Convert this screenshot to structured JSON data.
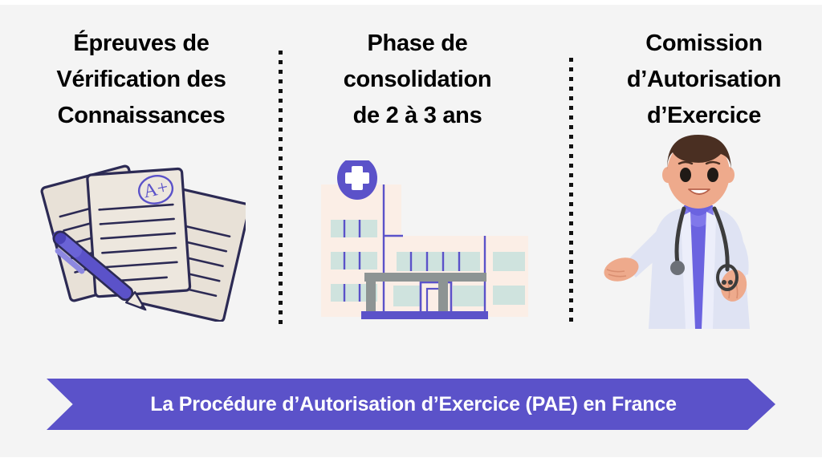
{
  "background": {
    "page_color": "#ffffff",
    "stage_color": "#f4f4f4"
  },
  "columns": [
    {
      "title": "Épreuves de\nVérification des\nConnaissances",
      "illustration": "exam-papers-illustration"
    },
    {
      "title": "Phase de\nconsolidation\nde 2 à 3 ans",
      "illustration": "hospital-building-illustration"
    },
    {
      "title": "Comission\nd’Autorisation\nd’Exercice",
      "illustration": "doctor-illustration"
    }
  ],
  "dividers": {
    "style": "dotted-vertical",
    "color": "#111111",
    "count": 2
  },
  "banner": {
    "text": "La Procédure d’Autorisation d’Exercice (PAE) en France",
    "fill_color": "#5b52c9",
    "text_color": "#ffffff",
    "shape": "double-arrow-chevron"
  },
  "palette": {
    "purple": "#5b52c9",
    "purple_dark": "#2c2a54",
    "paper_cream": "#e8e1d7",
    "paper_line": "#2c2a54",
    "grade_mark": "A+",
    "building_wall": "#fbeee6",
    "window_teal": "#cfe3de",
    "canopy_gray": "#8d9494",
    "coat_white": "#e3e6f5",
    "scrubs_purple": "#6b63e0",
    "skin": "#eeaa8c",
    "hair_brown": "#4a2f22"
  }
}
